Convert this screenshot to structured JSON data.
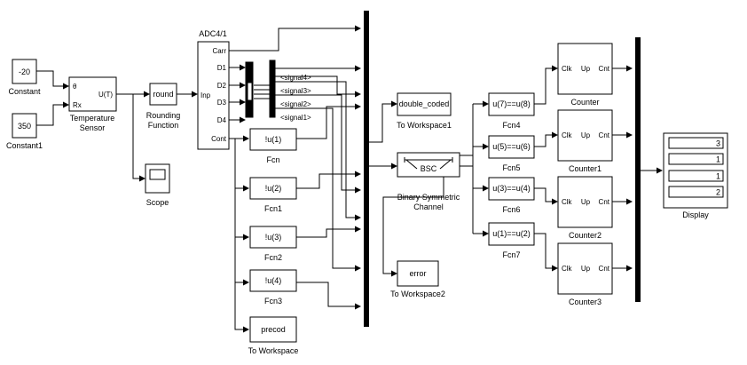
{
  "blocks": {
    "constant": {
      "value": "-20",
      "label": "Constant"
    },
    "constant1": {
      "value": "350",
      "label": "Constant1"
    },
    "temp_sensor": {
      "port_theta": "θ",
      "port_rx": "Rx",
      "port_out": "U(T)",
      "label_line1": "Temperature",
      "label_line2": "Sensor"
    },
    "scope": {
      "label": "Scope"
    },
    "rounding": {
      "text": "round",
      "label_line1": "Rounding",
      "label_line2": "Function"
    },
    "adc": {
      "title": "ADC4/1",
      "port_inp": "Inp",
      "port_carr": "Carr",
      "port_d1": "D1",
      "port_d2": "D2",
      "port_d3": "D3",
      "port_d4": "D4",
      "port_cont": "Cont"
    },
    "signals": {
      "s4": "<signal4>",
      "s3": "<signal3>",
      "s2": "<signal2>",
      "s1": "<signal1>"
    },
    "fcn": {
      "text": "!u(1)",
      "label": "Fcn"
    },
    "fcn1": {
      "text": "!u(2)",
      "label": "Fcn1"
    },
    "fcn2": {
      "text": "!u(3)",
      "label": "Fcn2"
    },
    "fcn3": {
      "text": "!u(4)",
      "label": "Fcn3"
    },
    "to_ws": {
      "text": "precod",
      "label": "To Workspace"
    },
    "to_ws1": {
      "text": "double_coded",
      "label": "To Workspace1"
    },
    "bsc": {
      "text": "BSC",
      "label_line1": "Binary Symmetric",
      "label_line2": "Channel"
    },
    "to_ws2": {
      "text": "error",
      "label": "To Workspace2"
    },
    "fcn4": {
      "text": "u(7)==u(8)",
      "label": "Fcn4"
    },
    "fcn5": {
      "text": "u(5)==u(6)",
      "label": "Fcn5"
    },
    "fcn6": {
      "text": "u(3)==u(4)",
      "label": "Fcn6"
    },
    "fcn7": {
      "text": "u(1)==u(2)",
      "label": "Fcn7"
    },
    "counter": {
      "clk": "Clk",
      "up": "Up",
      "cnt": "Cnt",
      "label": "Counter"
    },
    "counter1": {
      "clk": "Clk",
      "up": "Up",
      "cnt": "Cnt",
      "label": "Counter1"
    },
    "counter2": {
      "clk": "Clk",
      "up": "Up",
      "cnt": "Cnt",
      "label": "Counter2"
    },
    "counter3": {
      "clk": "Clk",
      "up": "Up",
      "cnt": "Cnt",
      "label": "Counter3"
    },
    "display": {
      "values": [
        "3",
        "1",
        "1",
        "2"
      ],
      "label": "Display"
    }
  }
}
